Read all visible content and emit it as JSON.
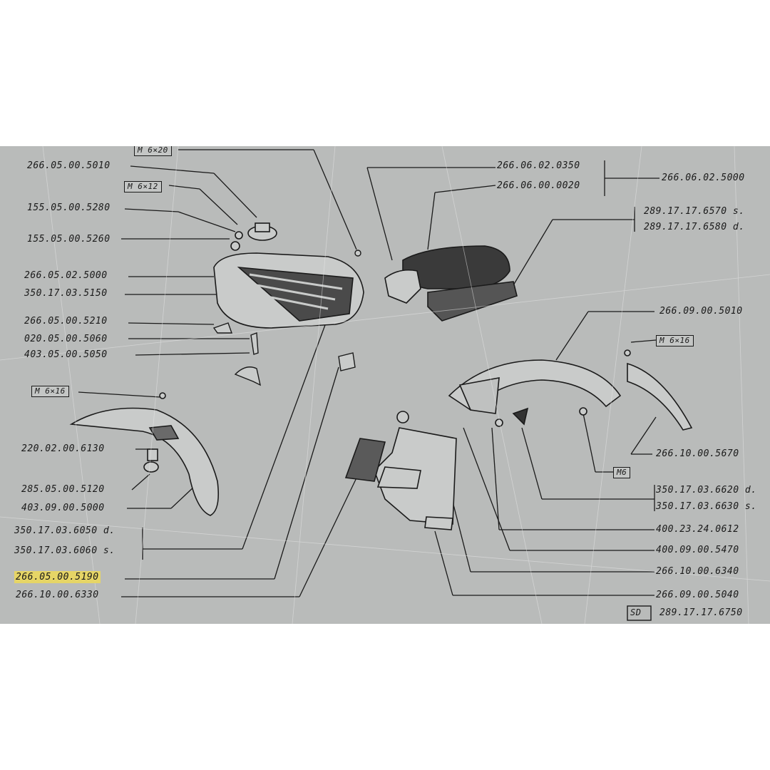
{
  "parts": {
    "p266_05_00_5010": "266.05.00.5010",
    "m6x20": "M 6×20",
    "m6x12": "M 6×12",
    "p155_05_00_5280": "155.05.00.5280",
    "p155_05_00_5260": "155.05.00.5260",
    "p266_05_02_5000": "266.05.02.5000",
    "p350_17_03_5150": "350.17.03.5150",
    "p266_05_00_5210": "266.05.00.5210",
    "p020_05_00_5060": "020.05.00.5060",
    "p403_05_00_5050": "403.05.00.5050",
    "m6x16_left": "M 6×16",
    "p220_02_00_6130": "220.02.00.6130",
    "p285_05_00_5120": "285.05.00.5120",
    "p403_09_00_5000": "403.09.00.5000",
    "p350_17_03_6050": "350.17.03.6050 d.",
    "p350_17_03_6060": "350.17.03.6060 s.",
    "p266_05_00_5190": "266.05.00.5190",
    "p266_10_00_6330": "266.10.00.6330",
    "p266_06_02_0350": "266.06.02.0350",
    "p266_06_00_0020": "266.06.00.0020",
    "p266_06_02_5000": "266.06.02.5000",
    "p289_17_17_6570": "289.17.17.6570 s.",
    "p289_17_17_6580": "289.17.17.6580 d.",
    "p266_09_00_5010": "266.09.00.5010",
    "m6x16_right": "M 6×16",
    "p266_10_00_5670": "266.10.00.5670",
    "m6": "M6",
    "p350_17_03_6620": "350.17.03.6620 d.",
    "p350_17_03_6630": "350.17.03.6630 s.",
    "p400_23_24_0612": "400.23.24.0612",
    "p400_09_00_5470": "400.09.00.5470",
    "p266_10_00_6340": "266.10.00.6340",
    "p266_09_00_5040": "266.09.00.5040",
    "sd_tag": "SD",
    "p289_17_17_6750": "289.17.17.6750"
  },
  "colors": {
    "sheet": "#b9bbba",
    "ink": "#1a1a1a",
    "highlight": "#e6d566"
  }
}
